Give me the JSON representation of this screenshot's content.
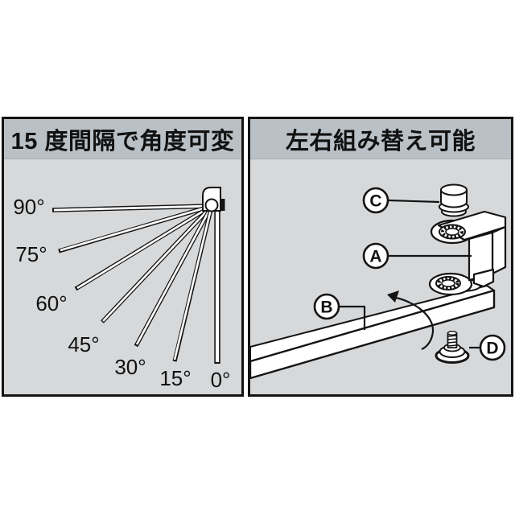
{
  "colors": {
    "page_bg": "#ffffff",
    "header_band": "#b9c0c6",
    "panel_body": "#d6d8da",
    "panel_border": "#141414",
    "line_art": "#141414",
    "shape_fill": "#ffffff"
  },
  "left_panel": {
    "title": "15 度間隔で角度可変",
    "angle_labels": [
      "90°",
      "75°",
      "60°",
      "45°",
      "30°",
      "15°",
      "0°"
    ]
  },
  "right_panel": {
    "title": "左右組み替え可能",
    "part_labels": {
      "a": "A",
      "b": "B",
      "c": "C",
      "d": "D"
    }
  }
}
